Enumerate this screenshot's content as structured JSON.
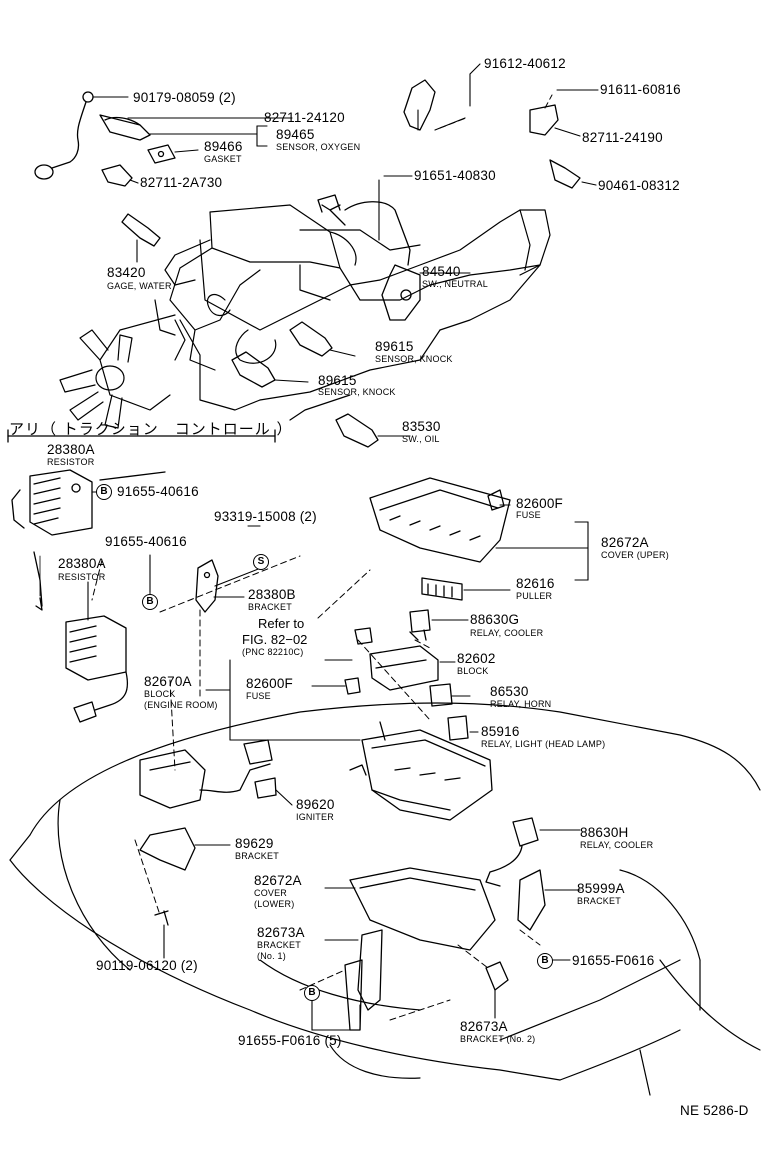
{
  "title_jp": "アリ（ トラクション　コントロール ）",
  "ref": {
    "line1": "Refer to",
    "line2": "FIG. 82−02",
    "line3": "(PNC 82210C)"
  },
  "code": "NE 5286-D",
  "markers": {
    "b": "B",
    "s": "S"
  },
  "parts": [
    {
      "id": "p90179",
      "num": "90179-08059 (2)",
      "desc": ""
    },
    {
      "id": "p82711_24120",
      "num": "82711-24120",
      "desc": ""
    },
    {
      "id": "p91612",
      "num": "91612-40612",
      "desc": ""
    },
    {
      "id": "p91611",
      "num": "91611-60816",
      "desc": ""
    },
    {
      "id": "p82711_24190",
      "num": "82711-24190",
      "desc": ""
    },
    {
      "id": "p89465",
      "num": "89465",
      "desc": "SENSOR, OXYGEN"
    },
    {
      "id": "p89466",
      "num": "89466",
      "desc": "GASKET"
    },
    {
      "id": "p82711_2a730",
      "num": "82711-2A730",
      "desc": ""
    },
    {
      "id": "p91651",
      "num": "91651-40830",
      "desc": ""
    },
    {
      "id": "p90461",
      "num": "90461-08312",
      "desc": ""
    },
    {
      "id": "p83420",
      "num": "83420",
      "desc": "GAGE, WATER"
    },
    {
      "id": "p84540",
      "num": "84540",
      "desc": "SW., NEUTRAL"
    },
    {
      "id": "p89615a",
      "num": "89615",
      "desc": "SENSOR, KNOCK"
    },
    {
      "id": "p89615b",
      "num": "89615",
      "desc": "SENSOR, KNOCK"
    },
    {
      "id": "p83530",
      "num": "83530",
      "desc": "SW., OIL"
    },
    {
      "id": "p28380a1",
      "num": "28380A",
      "desc": "RESISTOR"
    },
    {
      "id": "p91655a",
      "num": "91655-40616",
      "desc": ""
    },
    {
      "id": "p82600f1",
      "num": "82600F",
      "desc": "FUSE"
    },
    {
      "id": "p93319",
      "num": "93319-15008 (2)",
      "desc": ""
    },
    {
      "id": "p91655b",
      "num": "91655-40616",
      "desc": ""
    },
    {
      "id": "p82672a1",
      "num": "82672A",
      "desc": "COVER (UPER)"
    },
    {
      "id": "p28380a2",
      "num": "28380A",
      "desc": "RESISTOR"
    },
    {
      "id": "p82616",
      "num": "82616",
      "desc": "PULLER"
    },
    {
      "id": "p28380b",
      "num": "28380B",
      "desc": "BRACKET"
    },
    {
      "id": "p88630g",
      "num": "88630G",
      "desc": "RELAY, COOLER"
    },
    {
      "id": "p82602",
      "num": "82602",
      "desc": "BLOCK"
    },
    {
      "id": "p82670a",
      "num": "82670A",
      "desc": "BLOCK"
    },
    {
      "id": "p82600f2",
      "num": "82600F",
      "desc": "FUSE"
    },
    {
      "id": "p86530",
      "num": "86530",
      "desc": "RELAY, HORN"
    },
    {
      "id": "p85916",
      "num": "85916",
      "desc": "RELAY, LIGHT (HEAD LAMP)"
    },
    {
      "id": "p89620",
      "num": "89620",
      "desc": "IGNITER"
    },
    {
      "id": "p88630h",
      "num": "88630H",
      "desc": "RELAY, COOLER"
    },
    {
      "id": "p89629",
      "num": "89629",
      "desc": "BRACKET"
    },
    {
      "id": "p82672a2",
      "num": "82672A",
      "desc": "COVER"
    },
    {
      "id": "p85999a",
      "num": "85999A",
      "desc": "BRACKET"
    },
    {
      "id": "p82673a1",
      "num": "82673A",
      "desc": "BRACKET"
    },
    {
      "id": "p91655f1",
      "num": "91655-F0616",
      "desc": ""
    },
    {
      "id": "p90119",
      "num": "90119-06120 (2)",
      "desc": ""
    },
    {
      "id": "p82673a2",
      "num": "82673A",
      "desc": "BRACKET (No. 2)"
    },
    {
      "id": "p91655f5",
      "num": "91655-F0616 (5)",
      "desc": ""
    }
  ],
  "extra_desc": {
    "block_sub": "(ENGINE ROOM)",
    "cover_sub": "(LOWER)",
    "bracket_sub": "(No. 1)"
  }
}
